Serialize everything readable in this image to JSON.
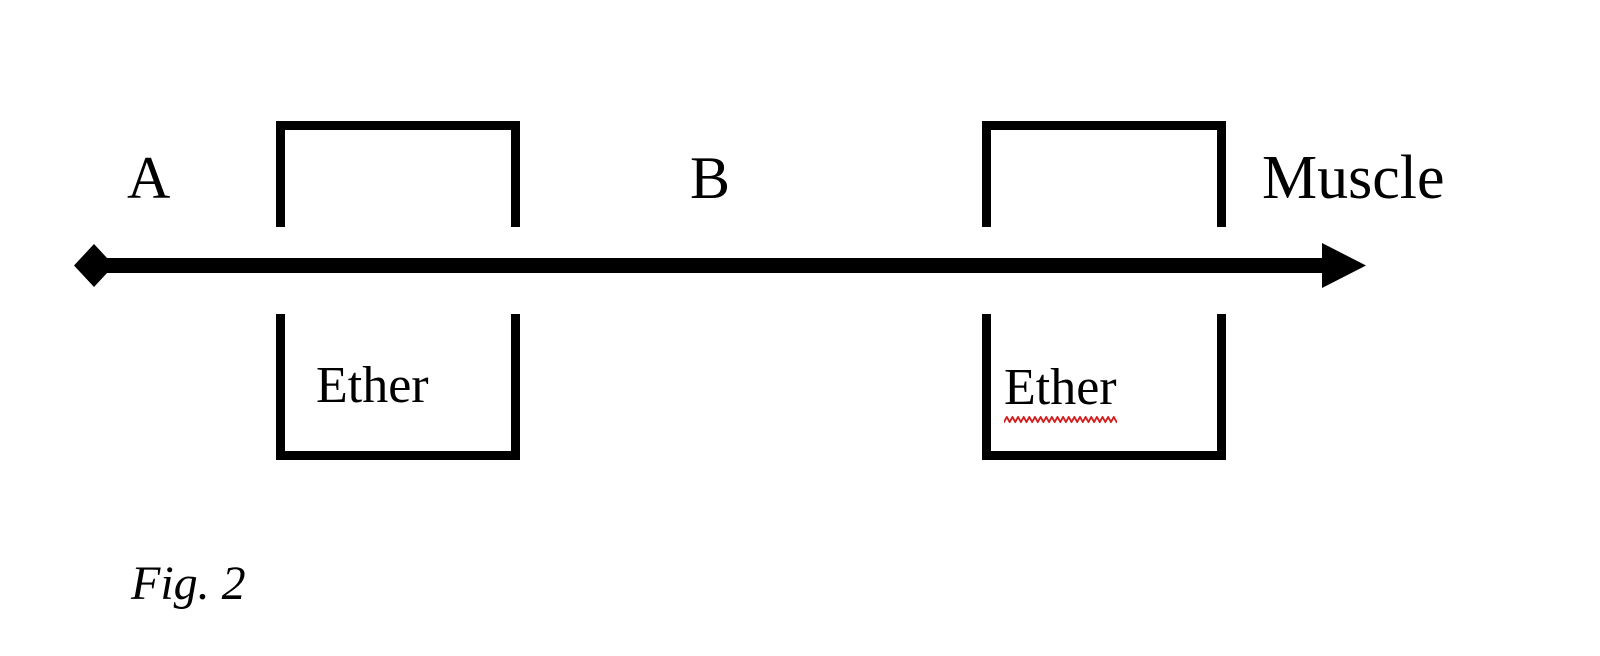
{
  "figure": {
    "caption": "Fig. 2",
    "background_color": "#ffffff",
    "ink_color": "#000000",
    "spellcheck_underline_color": "#d22020"
  },
  "labels": {
    "point_a": "A",
    "point_b": "B",
    "endpoint": "Muscle"
  },
  "vessels": [
    {
      "id": "left-vessel",
      "content_label": "Ether",
      "misspelled": false
    },
    {
      "id": "right-vessel",
      "content_label": "Ether",
      "misspelled": true
    }
  ],
  "axis": {
    "left_marker": "diamond",
    "right_marker": "arrowhead",
    "icon_name": "double-ended-arrow-icon"
  }
}
